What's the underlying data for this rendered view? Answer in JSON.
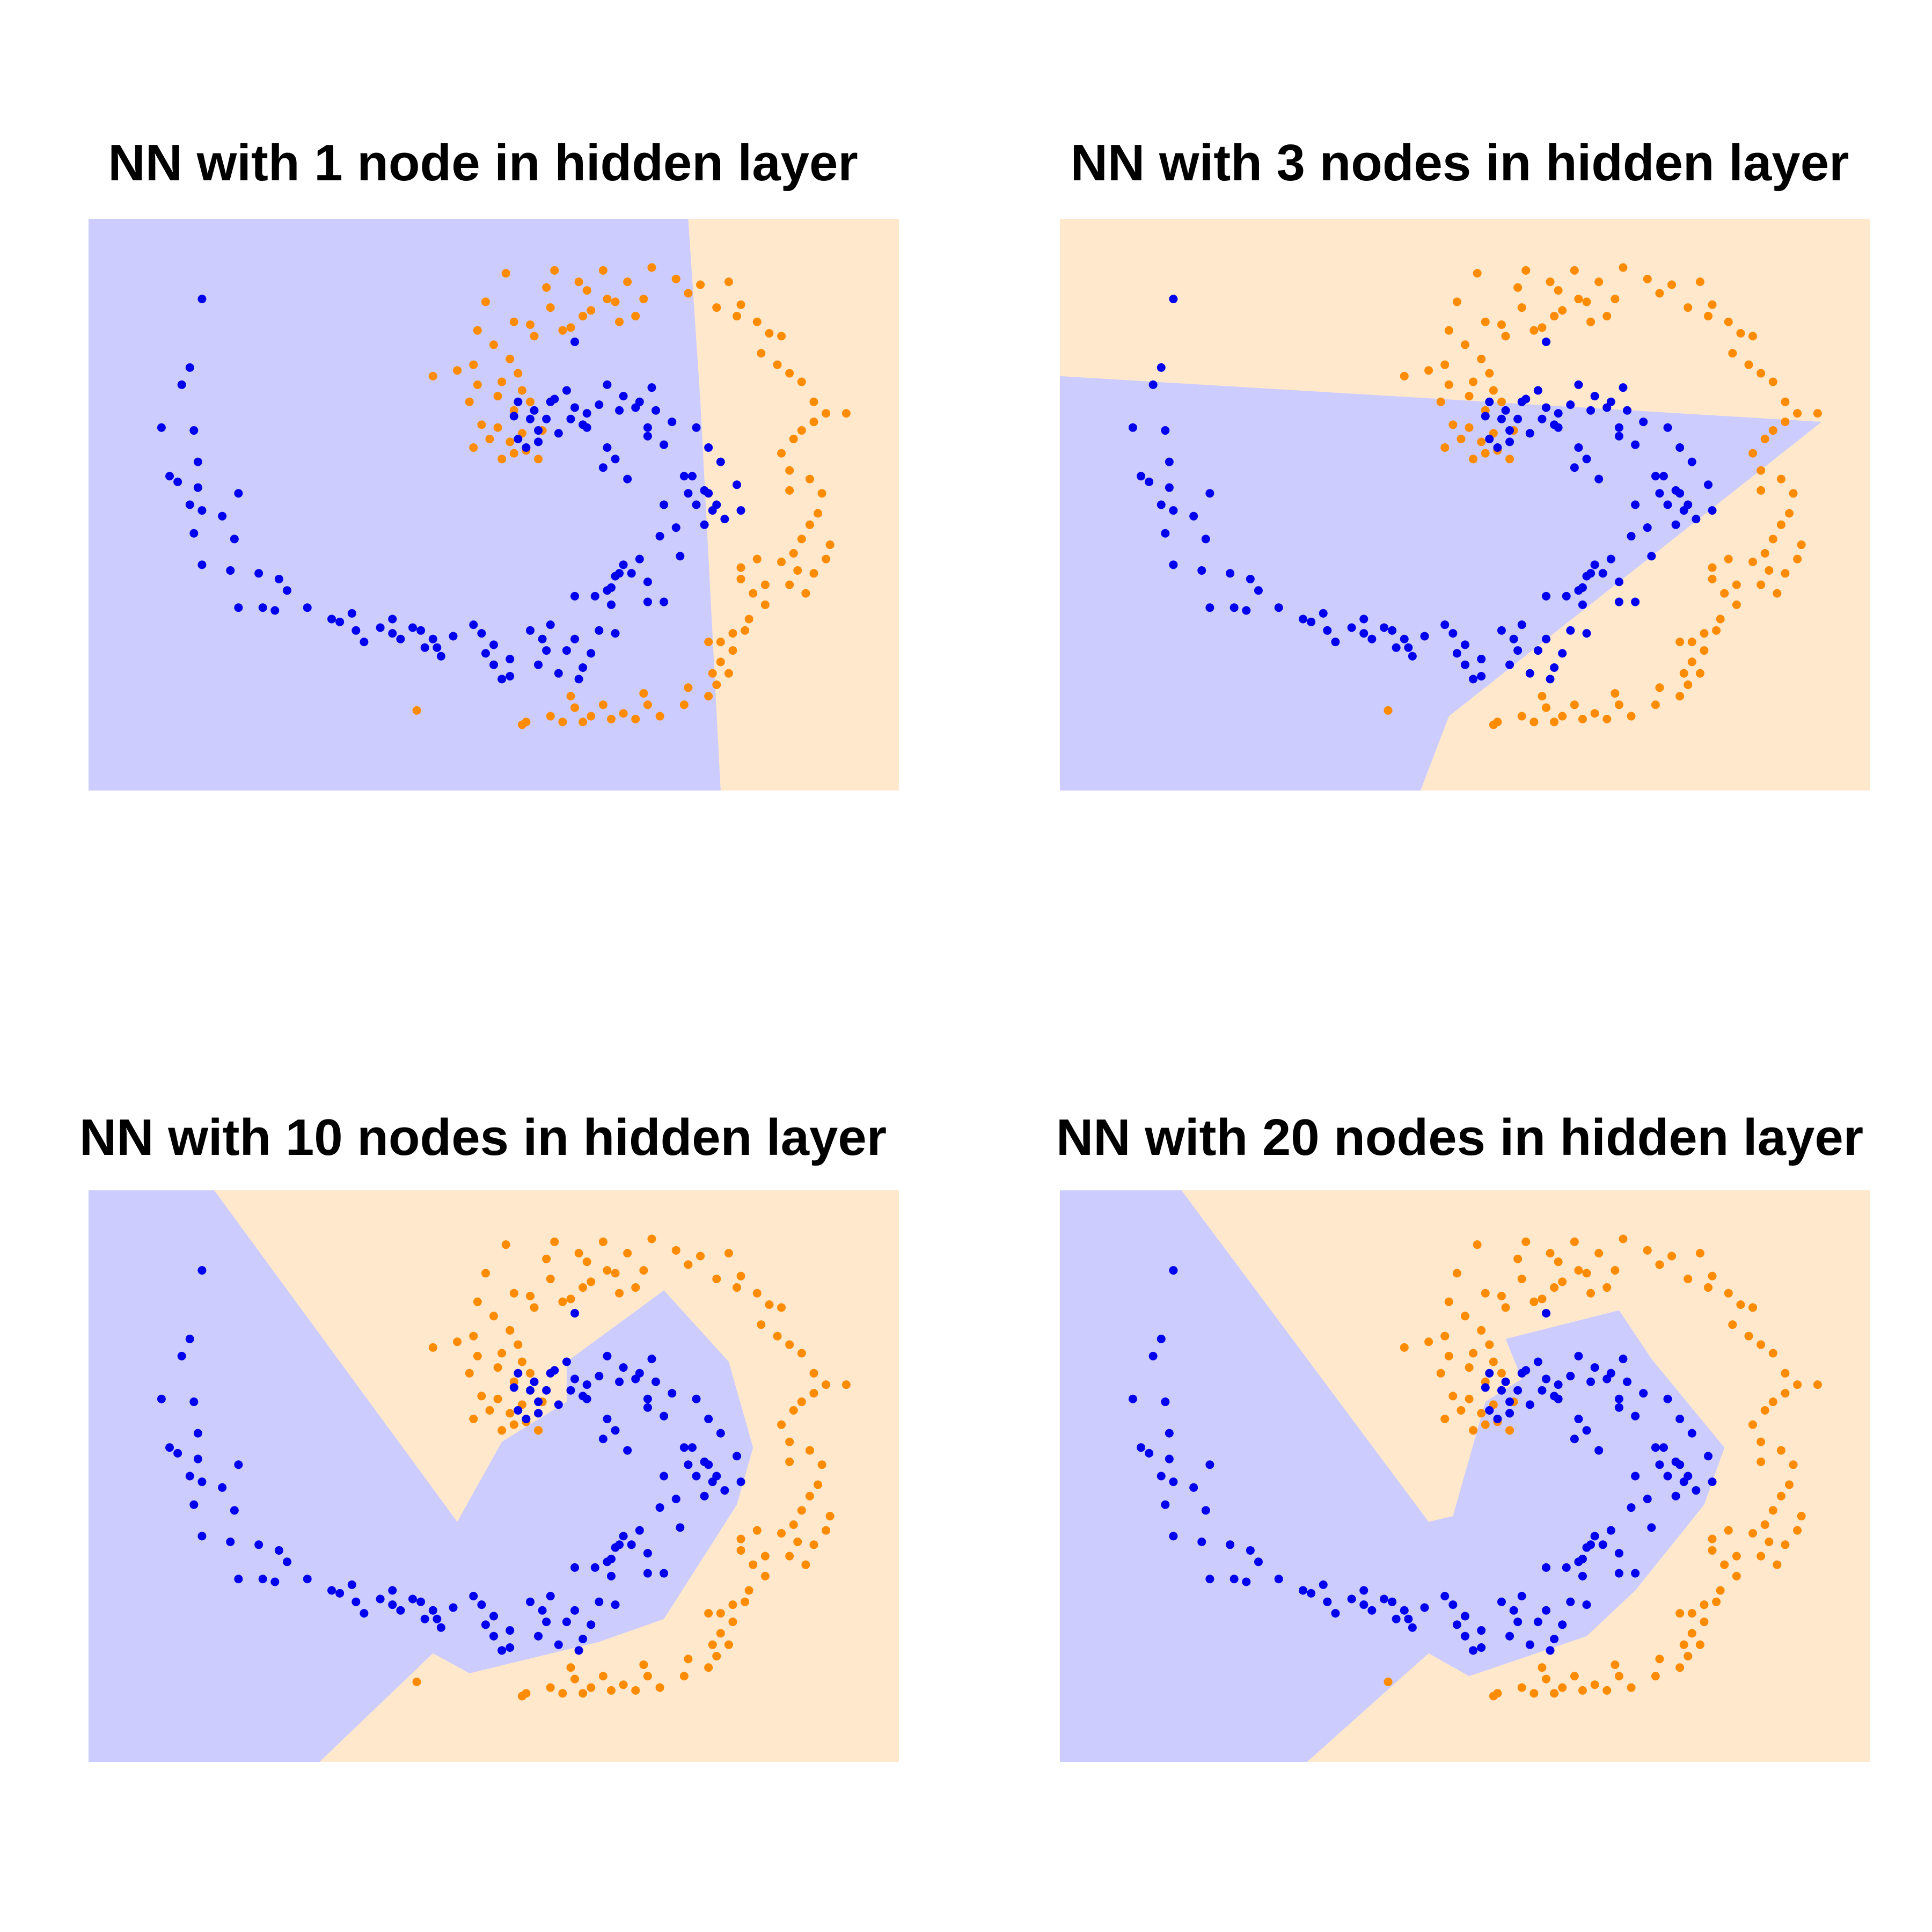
{
  "figure": {
    "background": "#ffffff",
    "colors": {
      "blue_region": "#ccccff",
      "orange_region": "#ffe8cc",
      "blue_points": "#0000ee",
      "orange_points": "#ff8c00"
    }
  },
  "chart_data": [
    {
      "type": "scatter",
      "title": "NN with 1 node in hidden layer",
      "xlabel": "",
      "ylabel": "",
      "xlim": [
        0,
        100
      ],
      "ylim": [
        0,
        100
      ],
      "grid": false,
      "axes_visible": false,
      "decision_region": "blue left of a near-vertical boundary, orange right",
      "boundary_class_1": [
        [
          0,
          0
        ],
        [
          0,
          100
        ],
        [
          74,
          100
        ],
        [
          75.5,
          68
        ],
        [
          78,
          0
        ]
      ]
    },
    {
      "type": "scatter",
      "title": "NN with 3 nodes in hidden layer",
      "xlabel": "",
      "ylabel": "",
      "xlim": [
        0,
        100
      ],
      "ylim": [
        0,
        100
      ],
      "grid": false,
      "axes_visible": false,
      "decision_region": "blue wedge in lower left, orange elsewhere",
      "boundary_class_1": [
        [
          0,
          0
        ],
        [
          0,
          72.5
        ],
        [
          94,
          64.5
        ],
        [
          48,
          13
        ],
        [
          44.5,
          0
        ]
      ]
    },
    {
      "type": "scatter",
      "title": "NN with 10 nodes in hidden layer",
      "xlabel": "",
      "ylabel": "",
      "xlim": [
        0,
        100
      ],
      "ylim": [
        0,
        100
      ],
      "grid": false,
      "axes_visible": false,
      "decision_region": "blue region following the blue spiral, orange elsewhere",
      "boundary_class_1": [
        [
          0,
          0
        ],
        [
          0,
          100
        ],
        [
          15.5,
          100
        ],
        [
          45.5,
          42
        ],
        [
          51,
          56
        ],
        [
          59,
          63
        ],
        [
          59,
          70
        ],
        [
          71,
          82.5
        ],
        [
          79,
          70
        ],
        [
          82,
          55
        ],
        [
          80,
          45
        ],
        [
          71,
          25
        ],
        [
          63,
          21
        ],
        [
          47,
          15.5
        ],
        [
          42.5,
          19
        ],
        [
          28.5,
          0
        ]
      ]
    },
    {
      "type": "scatter",
      "title": "NN with 20 nodes in hidden layer",
      "xlabel": "",
      "ylabel": "",
      "xlim": [
        0,
        100
      ],
      "ylim": [
        0,
        100
      ],
      "grid": false,
      "axes_visible": false,
      "decision_region": "blue region following the blue spiral, orange elsewhere",
      "boundary_class_1": [
        [
          0,
          0
        ],
        [
          0,
          100
        ],
        [
          15,
          100
        ],
        [
          45.5,
          42
        ],
        [
          48.5,
          43
        ],
        [
          52.5,
          63
        ],
        [
          57,
          67
        ],
        [
          55,
          74
        ],
        [
          69,
          79
        ],
        [
          73,
          70.5
        ],
        [
          82,
          55
        ],
        [
          79.5,
          45
        ],
        [
          71,
          30
        ],
        [
          65,
          22
        ],
        [
          50.5,
          15
        ],
        [
          45.5,
          19
        ],
        [
          30.5,
          0
        ]
      ]
    }
  ],
  "points": {
    "blue": [
      [
        14,
        86
      ],
      [
        12.5,
        74
      ],
      [
        11.5,
        71
      ],
      [
        9,
        63.5
      ],
      [
        13,
        63
      ],
      [
        13.5,
        57.5
      ],
      [
        10,
        55
      ],
      [
        11,
        54
      ],
      [
        13.5,
        53
      ],
      [
        12.5,
        50
      ],
      [
        18.5,
        52
      ],
      [
        14,
        49
      ],
      [
        16.5,
        48
      ],
      [
        13,
        45
      ],
      [
        18,
        44
      ],
      [
        14,
        39.5
      ],
      [
        17.5,
        38.5
      ],
      [
        21,
        38
      ],
      [
        23.5,
        37
      ],
      [
        24.5,
        35
      ],
      [
        18.5,
        32
      ],
      [
        21.5,
        32
      ],
      [
        23,
        31.5
      ],
      [
        27,
        32
      ],
      [
        30,
        30
      ],
      [
        31,
        29.5
      ],
      [
        32.5,
        31
      ],
      [
        33,
        28
      ],
      [
        34,
        26
      ],
      [
        36,
        28.5
      ],
      [
        37.5,
        30
      ],
      [
        37.5,
        27.5
      ],
      [
        38.5,
        26.5
      ],
      [
        40,
        28.5
      ],
      [
        41,
        28
      ],
      [
        42.5,
        26.5
      ],
      [
        41.5,
        25
      ],
      [
        43,
        25
      ],
      [
        45,
        27
      ],
      [
        43.5,
        23.5
      ],
      [
        47.5,
        29
      ],
      [
        48.5,
        27.5
      ],
      [
        49,
        24
      ],
      [
        50,
        25.5
      ],
      [
        50,
        22
      ],
      [
        52,
        20
      ],
      [
        52,
        23
      ],
      [
        51,
        19.5
      ],
      [
        54.5,
        28
      ],
      [
        56,
        26.5
      ],
      [
        57,
        29
      ],
      [
        56.5,
        24.5
      ],
      [
        55.5,
        22
      ],
      [
        59,
        24.5
      ],
      [
        58,
        20.5
      ],
      [
        60,
        26.5
      ],
      [
        62,
        24
      ],
      [
        61,
        21.5
      ],
      [
        60.5,
        19.5
      ],
      [
        63,
        28
      ],
      [
        65,
        27.5
      ],
      [
        64.5,
        32.5
      ],
      [
        60,
        34
      ],
      [
        62.5,
        34
      ],
      [
        64,
        35
      ],
      [
        65.5,
        38
      ],
      [
        64.5,
        35.5
      ],
      [
        65,
        37.5
      ],
      [
        66,
        39.5
      ],
      [
        67,
        38
      ],
      [
        68,
        40.5
      ],
      [
        69,
        33
      ],
      [
        71,
        33
      ],
      [
        69,
        36.5
      ],
      [
        72.5,
        46
      ],
      [
        70.5,
        44.5
      ],
      [
        73,
        41
      ],
      [
        74,
        52
      ],
      [
        74.5,
        55
      ],
      [
        71,
        50
      ],
      [
        73.5,
        55
      ],
      [
        75,
        50
      ],
      [
        76,
        52.5
      ],
      [
        77,
        49
      ],
      [
        77.5,
        50
      ],
      [
        76.5,
        52
      ],
      [
        76,
        46.5
      ],
      [
        78.5,
        47.5
      ],
      [
        80,
        53.5
      ],
      [
        80.5,
        49
      ],
      [
        78,
        57.5
      ],
      [
        76.5,
        60
      ],
      [
        75,
        63.5
      ],
      [
        72,
        64.5
      ],
      [
        70,
        66.5
      ],
      [
        68,
        68
      ],
      [
        67.5,
        67
      ],
      [
        69,
        63.5
      ],
      [
        71,
        60.5
      ],
      [
        69,
        62
      ],
      [
        66,
        69
      ],
      [
        65.5,
        66.5
      ],
      [
        63,
        67.5
      ],
      [
        61.5,
        66
      ],
      [
        61,
        64
      ],
      [
        60,
        67
      ],
      [
        59,
        70
      ],
      [
        57,
        68
      ],
      [
        56.5,
        65
      ],
      [
        55,
        66.5
      ],
      [
        54.5,
        65
      ],
      [
        53,
        68
      ],
      [
        52.5,
        65.5
      ],
      [
        55.5,
        63
      ],
      [
        54,
        60
      ],
      [
        55.5,
        61
      ],
      [
        53,
        61.5
      ],
      [
        58,
        62.5
      ],
      [
        61.5,
        63.5
      ],
      [
        59.5,
        65
      ],
      [
        57.5,
        68.5
      ],
      [
        64,
        71
      ],
      [
        69.5,
        70.5
      ],
      [
        60,
        78.5
      ],
      [
        63.5,
        56.5
      ],
      [
        65,
        58
      ],
      [
        64,
        60
      ],
      [
        66.5,
        54.5
      ]
    ],
    "orange": [
      [
        51.5,
        90.5
      ],
      [
        56.5,
        88
      ],
      [
        57.5,
        91
      ],
      [
        57,
        84.5
      ],
      [
        60.5,
        89
      ],
      [
        61.5,
        87.5
      ],
      [
        62,
        84
      ],
      [
        63.5,
        91
      ],
      [
        64,
        86
      ],
      [
        65,
        85.5
      ],
      [
        66.5,
        89
      ],
      [
        68.5,
        86
      ],
      [
        67.5,
        83
      ],
      [
        65.5,
        82
      ],
      [
        61,
        83
      ],
      [
        59.5,
        81
      ],
      [
        58.5,
        80.5
      ],
      [
        54.5,
        81.5
      ],
      [
        55,
        79.5
      ],
      [
        52.5,
        82
      ],
      [
        49,
        85.5
      ],
      [
        48,
        80.5
      ],
      [
        50,
        78
      ],
      [
        52,
        75.5
      ],
      [
        53,
        73
      ],
      [
        53.5,
        70
      ],
      [
        54.5,
        68
      ],
      [
        51,
        71.5
      ],
      [
        50.5,
        69
      ],
      [
        52.5,
        66.5
      ],
      [
        48,
        71
      ],
      [
        47.5,
        74.5
      ],
      [
        45.5,
        73.5
      ],
      [
        42.5,
        72.5
      ],
      [
        47,
        68
      ],
      [
        48.5,
        64
      ],
      [
        49.5,
        61.5
      ],
      [
        50.5,
        63.5
      ],
      [
        53.5,
        62.5
      ],
      [
        47.5,
        60
      ],
      [
        52.5,
        59
      ],
      [
        51,
        58
      ],
      [
        54,
        59.5
      ],
      [
        55.5,
        58
      ],
      [
        52,
        61
      ],
      [
        56,
        63
      ],
      [
        69.5,
        91.5
      ],
      [
        72.5,
        89.5
      ],
      [
        74,
        87
      ],
      [
        75.5,
        88.5
      ],
      [
        77.5,
        84.5
      ],
      [
        80,
        83
      ],
      [
        82.5,
        82
      ],
      [
        80.5,
        85
      ],
      [
        84,
        80
      ],
      [
        85.5,
        79.5
      ],
      [
        83,
        76.5
      ],
      [
        85,
        74.5
      ],
      [
        86.5,
        73
      ],
      [
        88,
        71.5
      ],
      [
        89.5,
        68
      ],
      [
        91,
        66
      ],
      [
        93.5,
        66
      ],
      [
        89.5,
        64.5
      ],
      [
        88,
        63
      ],
      [
        87,
        61.5
      ],
      [
        85.5,
        59
      ],
      [
        86.5,
        56
      ],
      [
        86.5,
        52.5
      ],
      [
        89,
        54.5
      ],
      [
        90.5,
        52
      ],
      [
        90,
        48.5
      ],
      [
        89,
        46.5
      ],
      [
        88,
        44
      ],
      [
        87,
        41.5
      ],
      [
        85.5,
        40
      ],
      [
        87.5,
        38.5
      ],
      [
        86.5,
        36
      ],
      [
        88.5,
        34.5
      ],
      [
        89.5,
        38
      ],
      [
        91,
        40.5
      ],
      [
        91.5,
        43
      ],
      [
        83.5,
        32.5
      ],
      [
        82,
        34.5
      ],
      [
        80.5,
        37
      ],
      [
        80.5,
        39
      ],
      [
        82.5,
        40.5
      ],
      [
        83.5,
        36
      ],
      [
        81.5,
        30
      ],
      [
        81,
        28
      ],
      [
        79.5,
        27.5
      ],
      [
        78,
        26
      ],
      [
        76.5,
        26
      ],
      [
        79.5,
        24.5
      ],
      [
        78,
        22.5
      ],
      [
        77,
        20.5
      ],
      [
        79,
        20.5
      ],
      [
        77.5,
        18.5
      ],
      [
        76.5,
        16.5
      ],
      [
        74,
        18
      ],
      [
        73.5,
        15
      ],
      [
        70.5,
        13
      ],
      [
        69,
        15
      ],
      [
        68.5,
        17
      ],
      [
        67.5,
        12.5
      ],
      [
        66,
        13.5
      ],
      [
        64.5,
        12.5
      ],
      [
        63.5,
        15
      ],
      [
        62,
        13
      ],
      [
        61,
        12
      ],
      [
        60,
        14.5
      ],
      [
        59.5,
        16.5
      ],
      [
        58.5,
        12
      ],
      [
        57,
        13
      ],
      [
        54,
        12
      ],
      [
        53.5,
        11.5
      ],
      [
        40.5,
        14
      ],
      [
        79,
        89
      ]
    ]
  }
}
